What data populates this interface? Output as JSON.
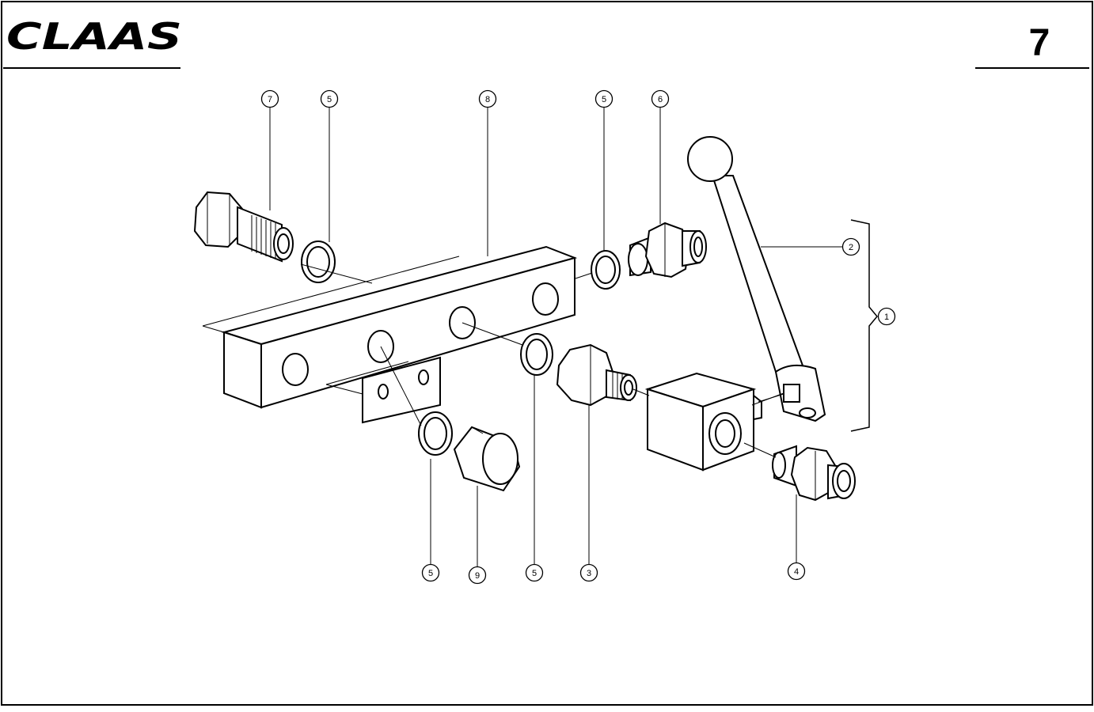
{
  "header": {
    "brand": "CLAAS",
    "page_number": "7"
  },
  "callouts": [
    {
      "id": "c7a",
      "label": "7"
    },
    {
      "id": "c5a",
      "label": "5"
    },
    {
      "id": "c8",
      "label": "8"
    },
    {
      "id": "c5b",
      "label": "5"
    },
    {
      "id": "c6",
      "label": "6"
    },
    {
      "id": "c2",
      "label": "2"
    },
    {
      "id": "c1",
      "label": "1"
    },
    {
      "id": "c5c",
      "label": "5"
    },
    {
      "id": "c9",
      "label": "9"
    },
    {
      "id": "c5d",
      "label": "5"
    },
    {
      "id": "c3",
      "label": "3"
    },
    {
      "id": "c4",
      "label": "4"
    }
  ]
}
